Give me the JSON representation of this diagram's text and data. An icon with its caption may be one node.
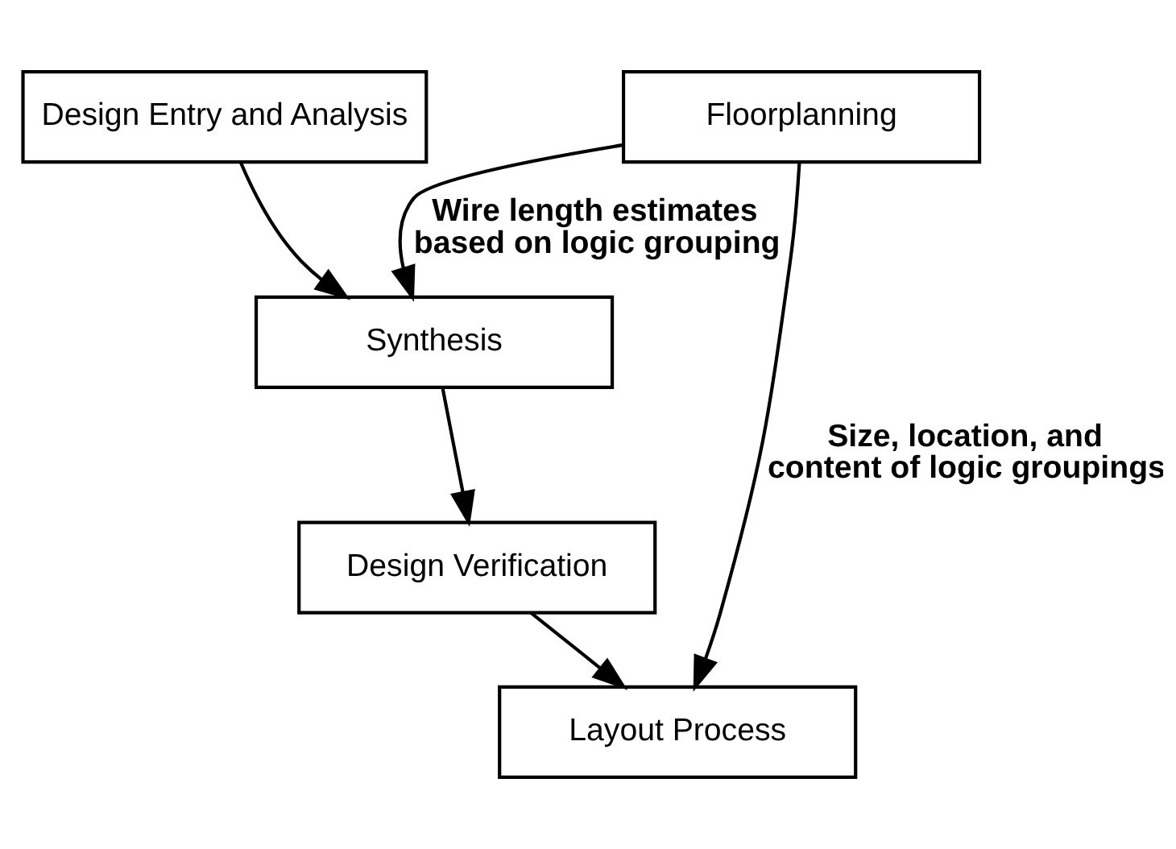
{
  "diagram": {
    "nodes": [
      {
        "text": [
          "Design Entry and Analysis"
        ]
      },
      {
        "text": [
          "Synthesis"
        ]
      },
      {
        "text": [
          "Floorplanning"
        ]
      },
      {
        "text": [
          "Design Verification"
        ]
      },
      {
        "text": [
          "Layout Process"
        ]
      }
    ],
    "edges": [
      {
        "from": 0,
        "to": 1,
        "arrow": "to"
      },
      {
        "from": 1,
        "to": 3,
        "arrow": "to"
      },
      {
        "from": 3,
        "to": 4,
        "arrow": "to"
      },
      {
        "from": 2,
        "to": 1,
        "arrow": "to",
        "label": "Wire length estimates based on logic grouping"
      },
      {
        "from": 2,
        "to": 4,
        "arrow": "to",
        "label": "Size, location, and content of logic groupings"
      }
    ]
  }
}
